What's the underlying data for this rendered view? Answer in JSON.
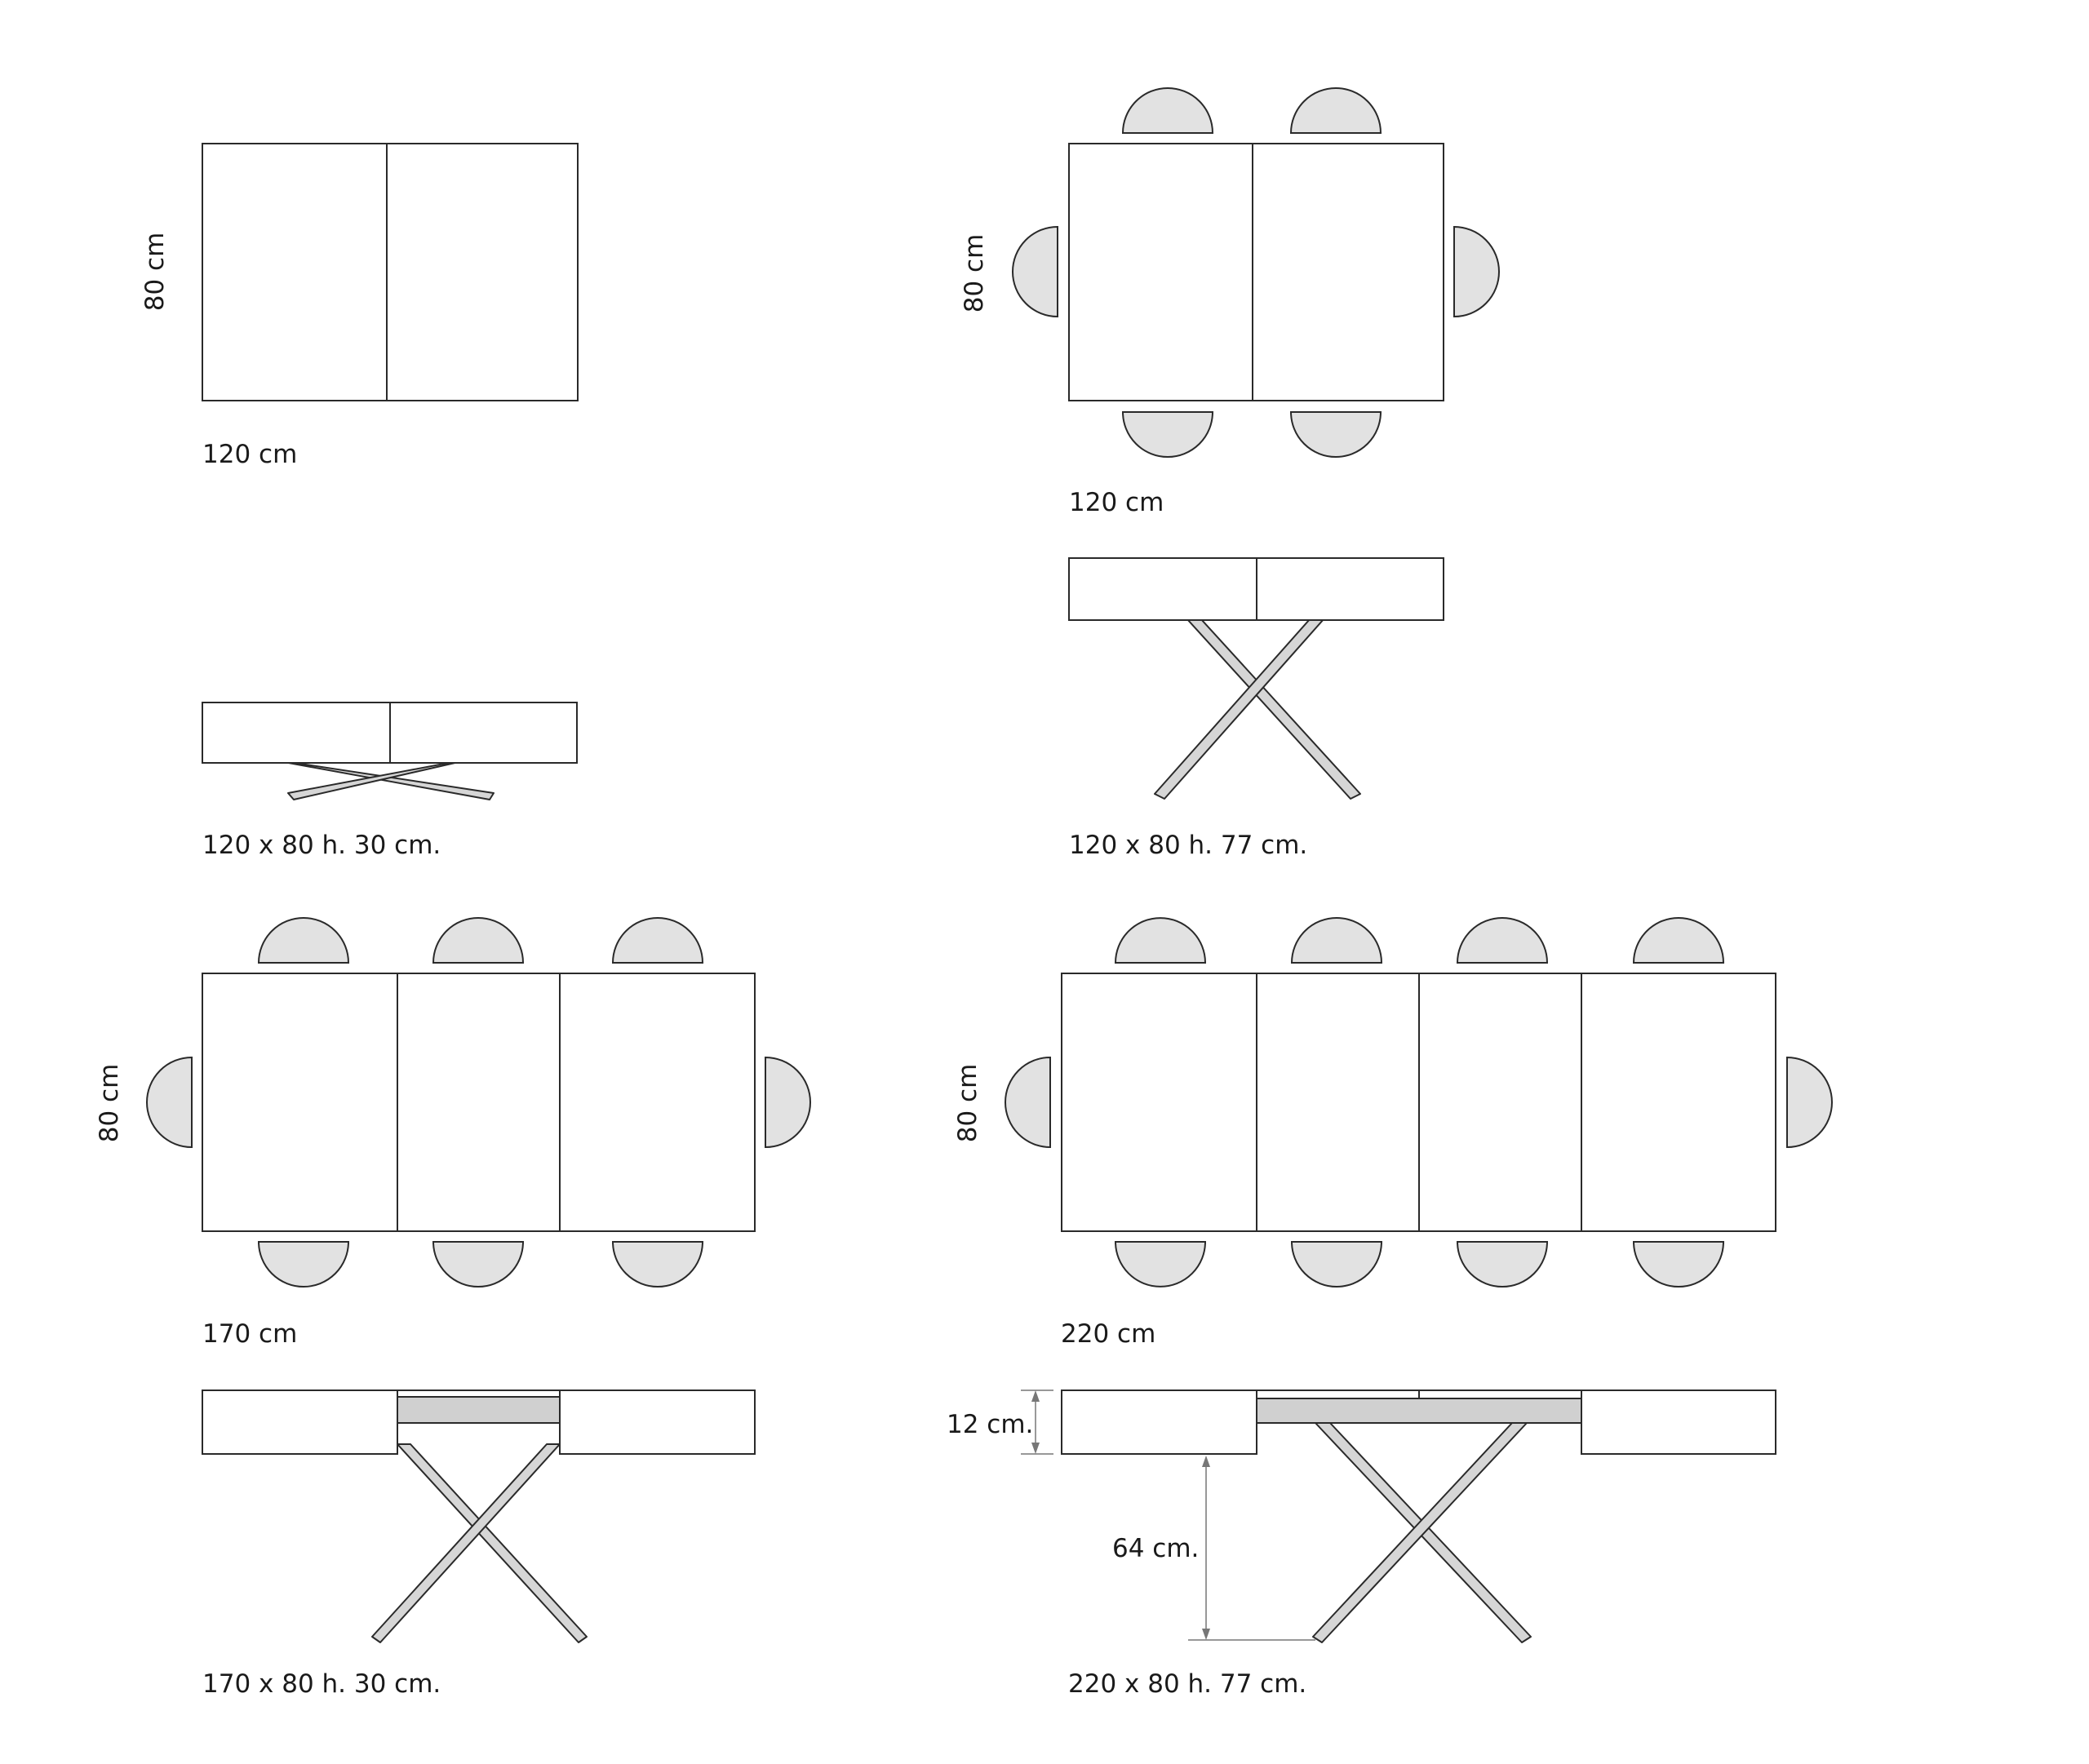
{
  "labels": {
    "top_left_height": "80 cm",
    "top_left_width": "120 cm",
    "top_right_height": "80 cm",
    "top_right_width": "120 cm",
    "low_table_small": "120 x 80 h. 30 cm.",
    "high_table_small": "120 x 80 h. 77 cm.",
    "mid_left_height": "80 cm",
    "mid_left_width": "170 cm",
    "mid_right_height": "80 cm",
    "mid_right_width": "220 cm",
    "side_170": "170 x 80 h. 30 cm.",
    "side_220": "220 x 80 h. 77 cm.",
    "dim_top_thickness": "12 cm.",
    "dim_leg_height": "64 cm."
  },
  "colors": {
    "stroke": "#2a2a2a",
    "chair_fill": "#e2e2e2",
    "leg_fill": "#d6d6d6",
    "dimension_line": "#777777"
  }
}
